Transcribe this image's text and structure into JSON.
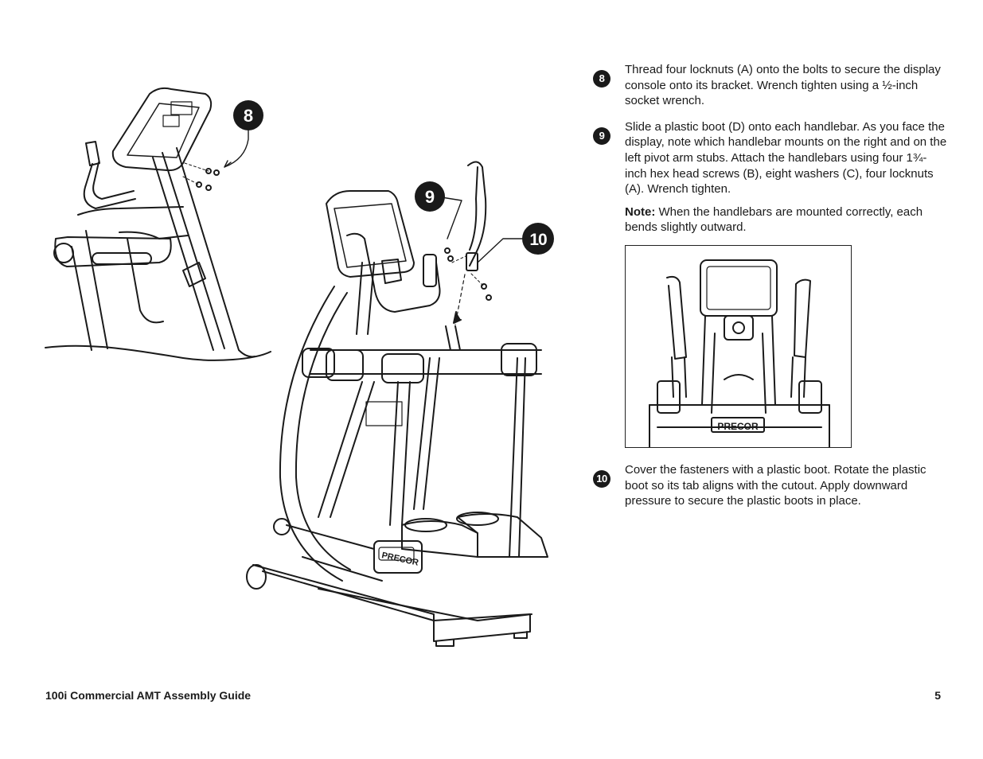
{
  "callouts": {
    "c8": "8",
    "c9": "9",
    "c10": "10"
  },
  "steps": [
    {
      "number": "8",
      "text": "Thread four locknuts (A) onto the bolts to secure the display console onto its bracket. Wrench tighten using a ½-inch socket wrench."
    },
    {
      "number": "9",
      "text": "Slide a plastic boot (D) onto each handlebar. As you face the display, note which handlebar mounts on the right and on the left pivot arm stubs. Attach the handlebars using four 1¾-inch hex head screws (B), eight washers (C), four locknuts (A). Wrench tighten.",
      "note_label": "Note:",
      "note_text": " When the handlebars are mounted correctly, each bends slightly outward."
    },
    {
      "number": "10",
      "text": "Cover the fasteners with a plastic boot. Rotate the plastic boot so its tab aligns with the cutout. Apply downward pressure to secure the plastic boots in place."
    }
  ],
  "brand": {
    "logo_text": "PRECOR"
  },
  "footer": {
    "title": "100i Commercial AMT Assembly Guide",
    "page": "5"
  }
}
